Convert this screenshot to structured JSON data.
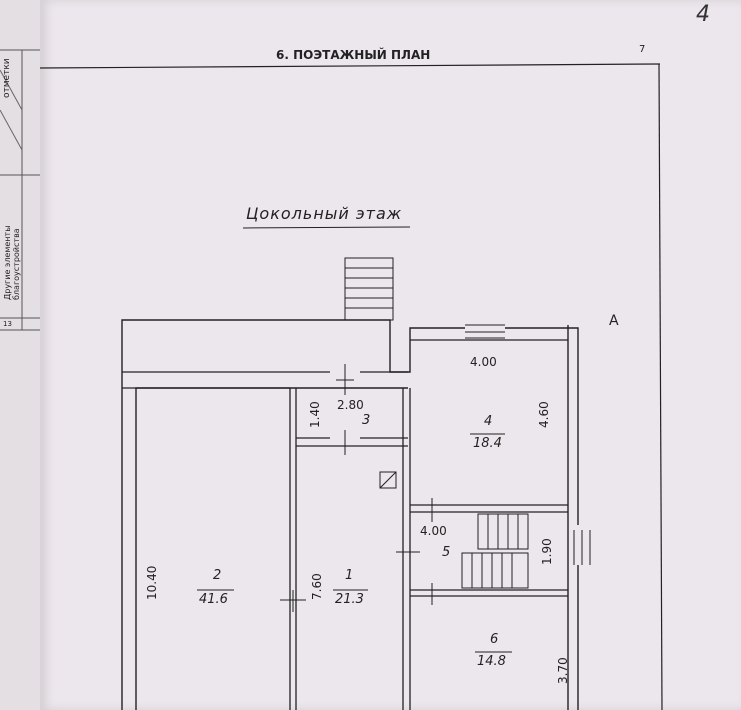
{
  "page": {
    "section_title": "6. ПОЭТАЖНЫЙ ПЛАН",
    "page_number": "7",
    "handwritten_number": "4"
  },
  "margin_form": {
    "label_top": "отметки",
    "label_mid": "Другие элементы благоустройства",
    "label_num": "13"
  },
  "plan": {
    "floor_title": "Цокольный этаж",
    "axis_label": "А",
    "rooms": [
      {
        "id": "1",
        "area": "21.3"
      },
      {
        "id": "2",
        "area": "41.6"
      },
      {
        "id": "3",
        "area": ""
      },
      {
        "id": "4",
        "area": "18.4"
      },
      {
        "id": "5",
        "area": ""
      },
      {
        "id": "6",
        "area": "14.8"
      }
    ],
    "dimensions": {
      "room4_width": "4.00",
      "room4_height": "4.60",
      "room3_width": "2.80",
      "room3_height": "1.40",
      "room5_width": "4.00",
      "room5_height": "1.90",
      "room2_height": "10.40",
      "room1_height": "7.60",
      "room6_height": "3.70"
    }
  }
}
